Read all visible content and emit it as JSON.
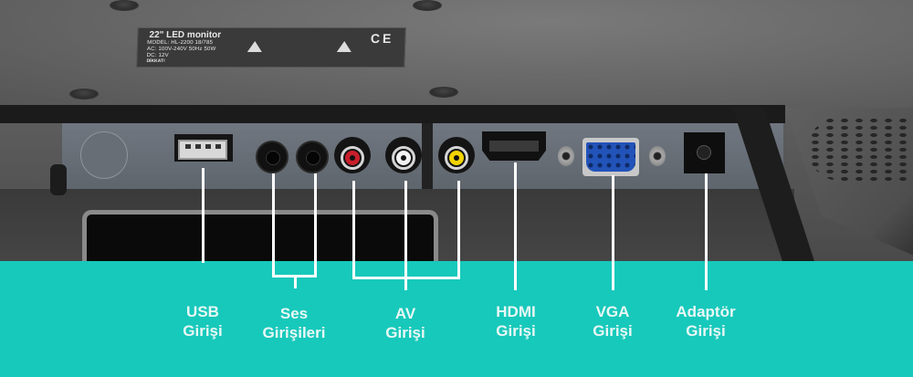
{
  "product_label": {
    "line1": "22\" LED monitor",
    "line2": "MODEL: HL-2200  18/785",
    "line3": "AC: 100V-240V 50Hz 50W",
    "line4": "DC: 12V",
    "line5": "DİKKAT!",
    "ce_mark": "CE"
  },
  "ports": [
    {
      "id": "usb",
      "label_line1": "USB",
      "label_line2": "Girişi"
    },
    {
      "id": "audio",
      "label_line1": "Ses",
      "label_line2": "Girişileri"
    },
    {
      "id": "av",
      "label_line1": "AV",
      "label_line2": "Girişi"
    },
    {
      "id": "hdmi",
      "label_line1": "HDMI",
      "label_line2": "Girişi"
    },
    {
      "id": "vga",
      "label_line1": "VGA",
      "label_line2": "Girişi"
    },
    {
      "id": "adapter",
      "label_line1": "Adaptör",
      "label_line2": "Girişi"
    }
  ],
  "colors": {
    "banner": "#17c9bb",
    "label_text": "#eaf7f5",
    "rca_red": "#c81e2a",
    "rca_white": "#f2f2f2",
    "rca_yellow": "#f2d400",
    "vga_blue": "#2253b8"
  }
}
